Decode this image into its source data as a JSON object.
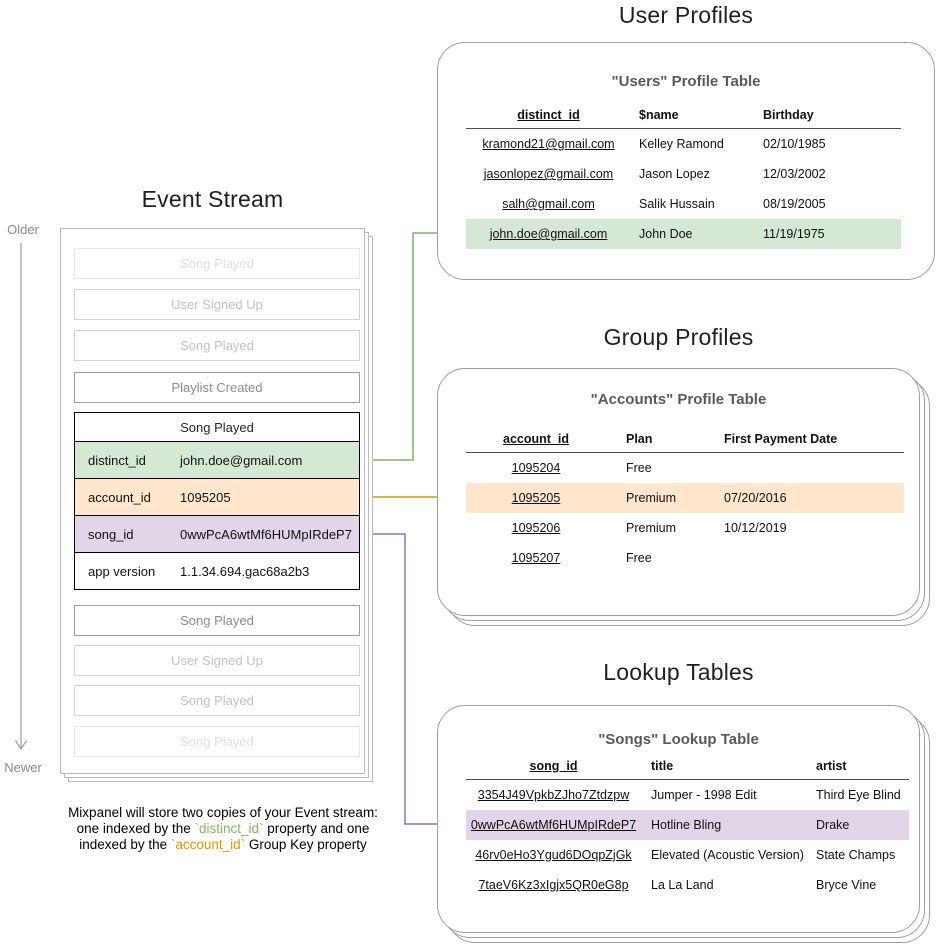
{
  "headings": {
    "event_stream": "Event Stream",
    "user_profiles": "User Profiles",
    "group_profiles": "Group Profiles",
    "lookup_tables": "Lookup Tables"
  },
  "timeline": {
    "older": "Older",
    "newer": "Newer"
  },
  "event_stream": {
    "events_before": [
      "Song Played",
      "User Signed Up",
      "Song Played",
      "Playlist Created"
    ],
    "expanded_event": {
      "title": "Song Played",
      "properties": [
        {
          "key": "distinct_id",
          "value": "john.doe@gmail.com",
          "highlight": "green"
        },
        {
          "key": "account_id",
          "value": "1095205",
          "highlight": "orange"
        },
        {
          "key": "song_id",
          "value": "0wwPcA6wtMf6HUMpIRdeP7",
          "highlight": "purple"
        },
        {
          "key": "app version",
          "value": "1.1.34.694.gac68a2b3",
          "highlight": "none"
        }
      ]
    },
    "events_after": [
      "Song Played",
      "User Signed Up",
      "Song Played",
      "Song Played"
    ]
  },
  "user_profiles": {
    "table_title": "\"Users\" Profile Table",
    "columns": [
      "distinct_id",
      "$name",
      "Birthday"
    ],
    "rows": [
      {
        "distinct_id": "kramond21@gmail.com",
        "name": "Kelley Ramond",
        "birthday": "02/10/1985",
        "highlighted": false
      },
      {
        "distinct_id": "jasonlopez@gmail.com",
        "name": "Jason Lopez",
        "birthday": "12/03/2002",
        "highlighted": false
      },
      {
        "distinct_id": "salh@gmail.com",
        "name": "Salik Hussain",
        "birthday": "08/19/2005",
        "highlighted": false
      },
      {
        "distinct_id": "john.doe@gmail.com",
        "name": "John Doe",
        "birthday": "11/19/1975",
        "highlighted": true
      }
    ]
  },
  "group_profiles": {
    "table_title": "\"Accounts\" Profile Table",
    "columns": [
      "account_id",
      "Plan",
      "First Payment Date"
    ],
    "rows": [
      {
        "account_id": "1095204",
        "plan": "Free",
        "first_payment_date": "",
        "highlighted": false
      },
      {
        "account_id": "1095205",
        "plan": "Premium",
        "first_payment_date": "07/20/2016",
        "highlighted": true
      },
      {
        "account_id": "1095206",
        "plan": "Premium",
        "first_payment_date": "10/12/2019",
        "highlighted": false
      },
      {
        "account_id": "1095207",
        "plan": "Free",
        "first_payment_date": "",
        "highlighted": false
      }
    ]
  },
  "lookup_tables": {
    "table_title": "\"Songs\" Lookup Table",
    "columns": [
      "song_id",
      "title",
      "artist"
    ],
    "rows": [
      {
        "song_id": "3354J49VpkbZJho7Ztdzpw",
        "title": "Jumper - 1998 Edit",
        "artist": "Third Eye Blind",
        "highlighted": false
      },
      {
        "song_id": "0wwPcA6wtMf6HUMpIRdeP7",
        "title": "Hotline Bling",
        "artist": "Drake",
        "highlighted": true
      },
      {
        "song_id": "46rv0eHo3Ygud6DOqpZjGk",
        "title": "Elevated (Acoustic Version)",
        "artist": "State Champs",
        "highlighted": false
      },
      {
        "song_id": "7taeV6Kz3xIgjx5QR0eG8p",
        "title": "La La Land",
        "artist": "Bryce Vine",
        "highlighted": false
      }
    ]
  },
  "caption": {
    "line1": "Mixpanel will store two copies of your Event stream:",
    "line2_pre": "one indexed by the ",
    "line2_code": "`distinct_id`",
    "line2_post": " property and one",
    "line3_pre": "indexed by the ",
    "line3_code": "`account_id`",
    "line3_post": " Group Key property"
  },
  "colors": {
    "green_fill": "#d5e8d4",
    "green_stroke": "#82b366",
    "orange_fill": "#ffe6cc",
    "orange_stroke": "#d79b00",
    "purple_fill": "#e1d5e7",
    "purple_stroke": "#9673a6"
  }
}
